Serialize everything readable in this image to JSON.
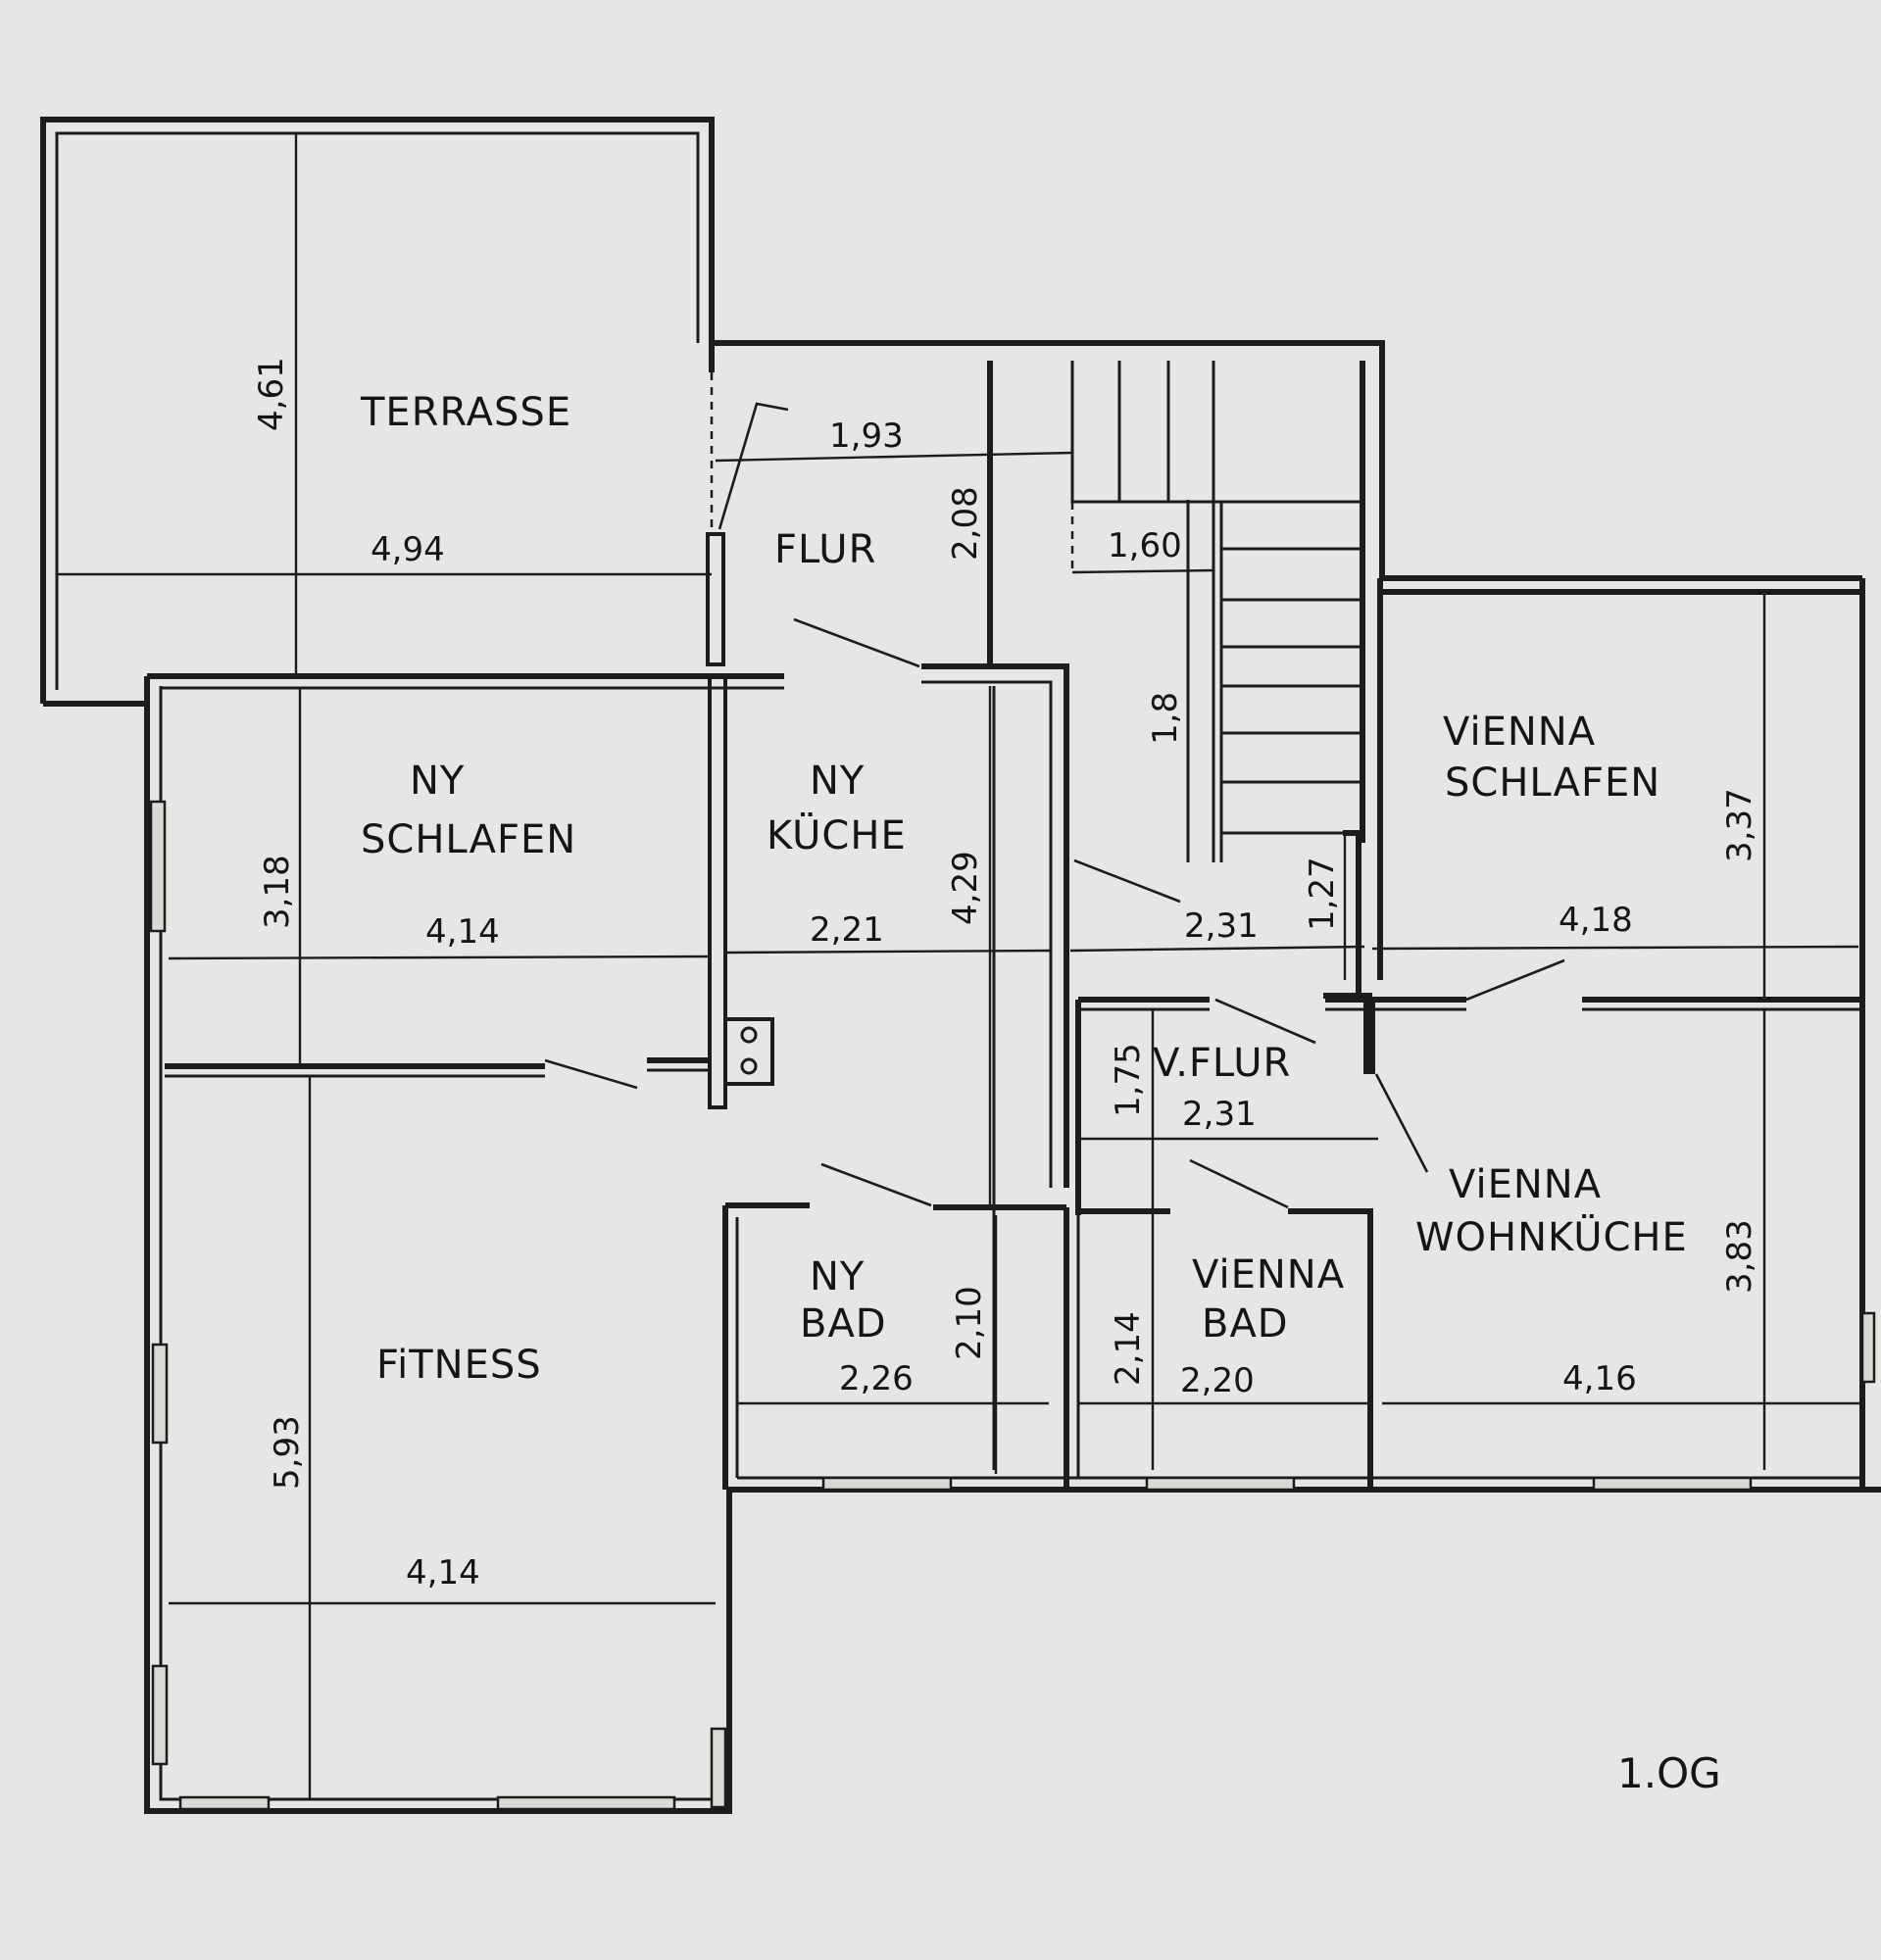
{
  "floor_label": "1.OG",
  "rooms": {
    "terrasse": "TERRASSE",
    "flur": "FLUR",
    "ny_schlafen_1": "NY",
    "ny_schlafen_2": "SCHLAFEN",
    "ny_kueche_1": "NY",
    "ny_kueche_2": "KÜCHE",
    "vienna_schlafen_1": "ViENNA",
    "vienna_schlafen_2": "SCHLAFEN",
    "v_flur": "V.FLUR",
    "vienna_wohnkueche_1": "ViENNA",
    "vienna_wohnkueche_2": "WOHNKÜCHE",
    "fitness": "FiTNESS",
    "ny_bad_1": "NY",
    "ny_bad_2": "BAD",
    "vienna_bad_1": "ViENNA",
    "vienna_bad_2": "BAD"
  },
  "dimensions": {
    "terrasse_h": "4,61",
    "terrasse_w": "4,94",
    "flur_w": "1,93",
    "flur_h": "2,08",
    "stair_w": "1,60",
    "stair_h": "1,8",
    "ny_schlafen_h": "3,18",
    "ny_schlafen_w": "4,14",
    "ny_kueche_w": "2,21",
    "ny_kueche_h": "4,29",
    "landing_w": "2,31",
    "landing_h": "1,27",
    "vienna_schlafen_w": "4,18",
    "vienna_schlafen_h": "3,37",
    "v_flur_h": "1,75",
    "v_flur_w": "2,31",
    "fitness_h": "5,93",
    "fitness_w": "4,14",
    "ny_bad_w": "2,26",
    "ny_bad_h": "2,10",
    "vienna_bad_h": "2,14",
    "vienna_bad_w": "2,20",
    "vienna_wohnkueche_h": "3,83",
    "vienna_wohnkueche_w": "4,16"
  }
}
